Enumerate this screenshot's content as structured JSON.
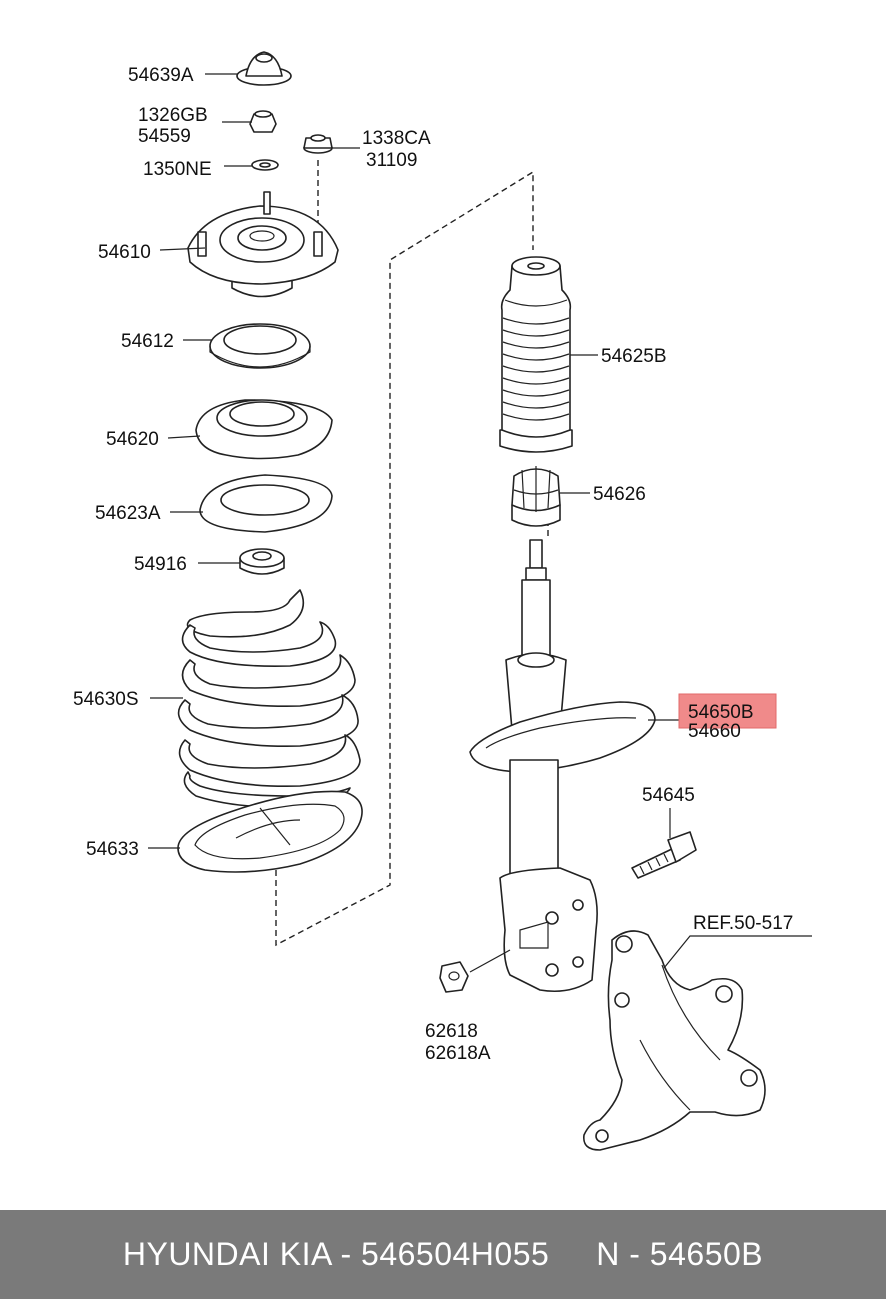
{
  "labels": {
    "p54639A": "54639A",
    "p1326GB": "1326GB",
    "p54559": "54559",
    "p1338CA": "1338CA",
    "p31109": "31109",
    "p1350NE": "1350NE",
    "p54610": "54610",
    "p54612": "54612",
    "p54620": "54620",
    "p54623A": "54623A",
    "p54916": "54916",
    "p54630S": "54630S",
    "p54633": "54633",
    "p54625B": "54625B",
    "p54626": "54626",
    "p54650B": "54650B",
    "p54660": "54660",
    "p54645": "54645",
    "ref": "REF.50-517",
    "p62618": "62618",
    "p62618A": "62618A"
  },
  "highlight": {
    "part": "54650B",
    "color": "#f08a8a"
  },
  "footer": {
    "text": "HYUNDAI KIA - 546504H055     N - 54650B",
    "background": "#7a7a7a"
  }
}
